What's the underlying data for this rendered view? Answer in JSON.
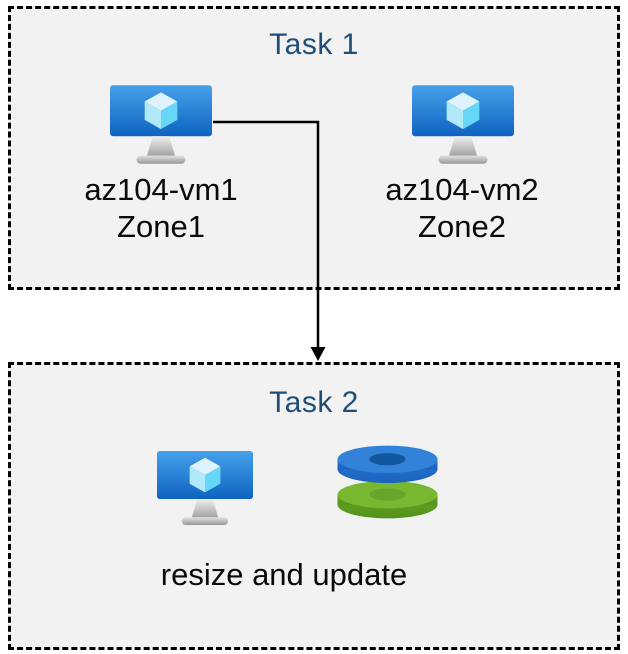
{
  "task1": {
    "title": "Task 1",
    "vms": [
      {
        "name": "az104-vm1",
        "zone": "Zone1",
        "icon": "virtual-machine-icon"
      },
      {
        "name": "az104-vm2",
        "zone": "Zone2",
        "icon": "virtual-machine-icon"
      }
    ]
  },
  "task2": {
    "title": "Task 2",
    "caption": "resize and update",
    "icons": [
      "virtual-machine-icon",
      "managed-disks-icon"
    ]
  },
  "connector": {
    "type": "elbow-arrow",
    "from": "az104-vm1",
    "to": "Task 2"
  },
  "colors": {
    "accent_title": "#1f4e79",
    "box_fill": "#f2f2f2",
    "border": "#000000",
    "label": "#0a0a0a",
    "arrow": "#000000",
    "vm_screen_blue": "#1565c8",
    "vm_cube_cyan": "#66d7f6",
    "disk_blue": "#3282da",
    "disk_green": "#77b830",
    "stand_gray": "#a6a6a6"
  }
}
